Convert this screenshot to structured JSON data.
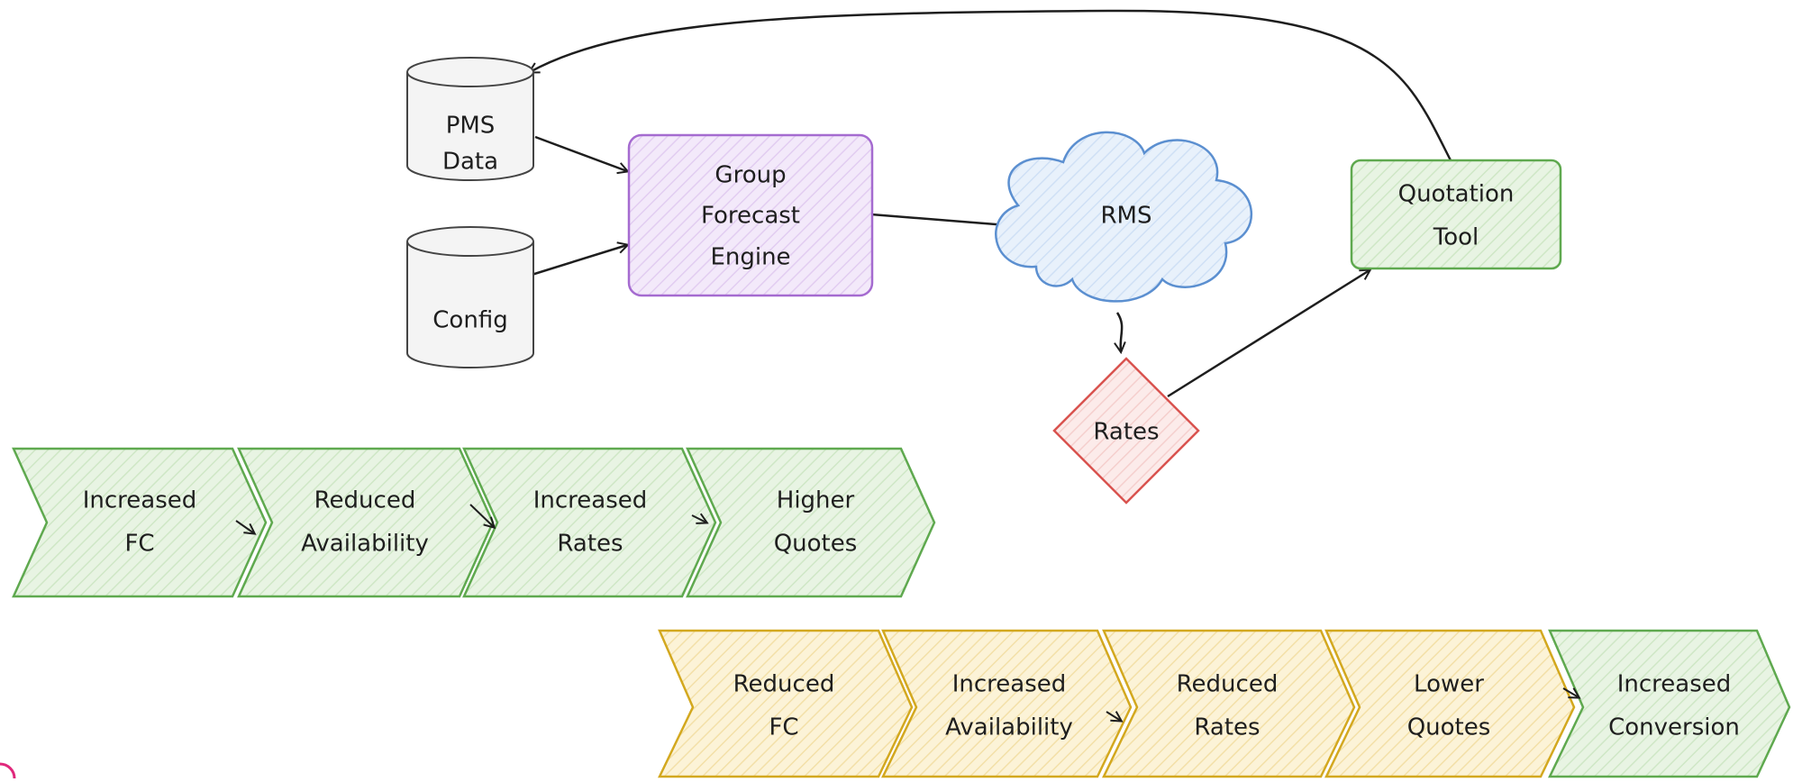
{
  "colors": {
    "stroke": "#1e1e1e",
    "green_stroke": "#5fa94f",
    "green_fill": "#e3f2de",
    "purple_stroke": "#a56bd0",
    "purple_fill": "#efe3f8",
    "blue_stroke": "#5b8fd0",
    "blue_fill": "#e3eef9",
    "red_stroke": "#d9534f",
    "red_fill": "#fbe3e2",
    "yellow_stroke": "#d3a81f",
    "yellow_fill": "#fbf1d2",
    "db_fill": "#f4f4f4",
    "db_stroke": "#444444",
    "accent_dot": "#e0287b"
  },
  "nodes": {
    "pms_data": {
      "line1": "PMS",
      "line2": "Data"
    },
    "config": {
      "line1": "Config"
    },
    "group_forecast": {
      "line1": "Group",
      "line2": "Forecast",
      "line3": "Engine"
    },
    "rms": {
      "line1": "RMS"
    },
    "rates": {
      "line1": "Rates"
    },
    "quotation_tool": {
      "line1": "Quotation",
      "line2": "Tool"
    }
  },
  "chain_increase": [
    {
      "line1": "Increased",
      "line2": "FC"
    },
    {
      "line1": "Reduced",
      "line2": "Availability"
    },
    {
      "line1": "Increased",
      "line2": "Rates"
    },
    {
      "line1": "Higher",
      "line2": "Quotes"
    }
  ],
  "chain_decrease": [
    {
      "line1": "Reduced",
      "line2": "FC"
    },
    {
      "line1": "Increased",
      "line2": "Availability"
    },
    {
      "line1": "Reduced",
      "line2": "Rates"
    },
    {
      "line1": "Lower",
      "line2": "Quotes"
    },
    {
      "line1": "Increased",
      "line2": "Conversion"
    }
  ]
}
